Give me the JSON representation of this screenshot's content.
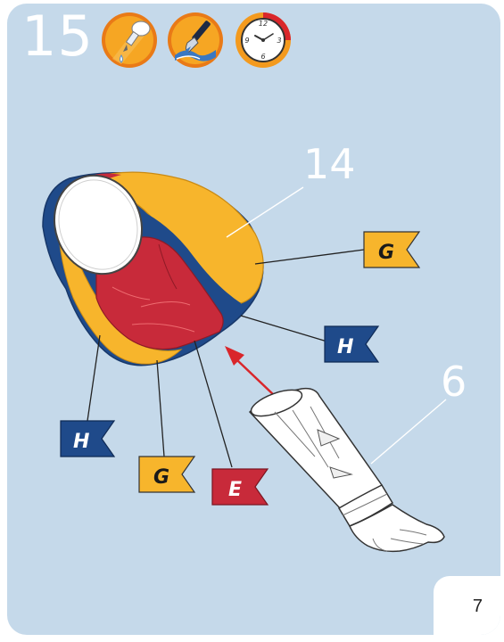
{
  "step": {
    "number": "15"
  },
  "icons": [
    {
      "name": "glue-applicator-icon"
    },
    {
      "name": "paintbrush-icon"
    },
    {
      "name": "clock-icon",
      "numerals": [
        "12",
        "3",
        "6",
        "9"
      ]
    }
  ],
  "callouts": {
    "part_14": "14",
    "part_6": "6"
  },
  "flags": {
    "g_right": "G",
    "h_right": "H",
    "h_left": "H",
    "g_bottom": "G",
    "e_bottom": "E"
  },
  "colors": {
    "background": "#c5d9ea",
    "yellow": "#f7b52c",
    "navy": "#1f4a8a",
    "red": "#c82a3a",
    "icon_orange": "#f39a1e",
    "arrow": "#d9262b"
  },
  "page": {
    "number": "7"
  }
}
